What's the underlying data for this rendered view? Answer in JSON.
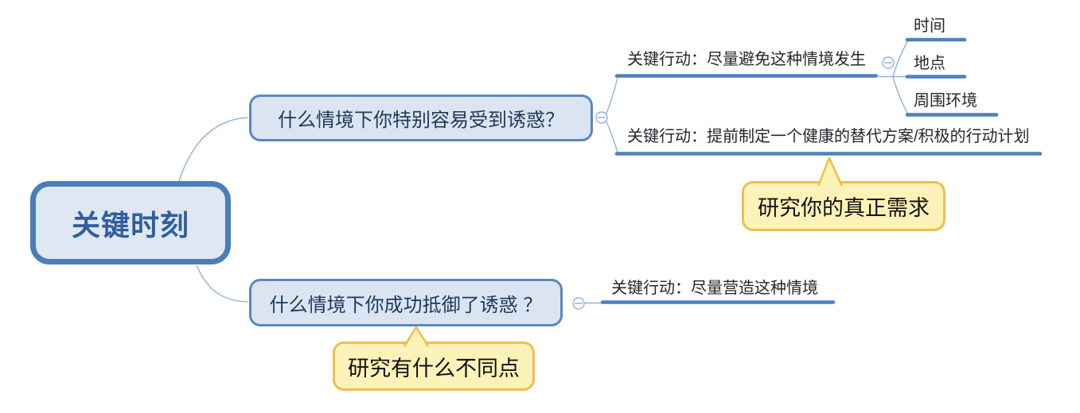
{
  "mindmap": {
    "root": {
      "label": "关键时刻"
    },
    "branches": [
      {
        "label": "什么情境下你特别容易受到诱惑？",
        "children": [
          {
            "label": "关键行动：尽量避免这种情境发生",
            "children": [
              {
                "label": "时间"
              },
              {
                "label": "地点"
              },
              {
                "label": "周围环境"
              }
            ]
          },
          {
            "label": "关键行动：提前制定一个健康的替代方案/积极的行动计划",
            "callout": "研究你的真正需求"
          }
        ]
      },
      {
        "label": "什么情境下你成功抵御了诱惑 ？",
        "callout": "研究有什么不同点",
        "children": [
          {
            "label": "关键行动：尽量营造这种情境"
          }
        ]
      }
    ]
  },
  "icons": {
    "collapse": "minus-icon"
  },
  "colors": {
    "root_border": "#4a7ebb",
    "root_fill": "#dfe7f3",
    "root_text": "#2e5f9e",
    "branch_border": "#5b87c3",
    "branch_fill": "#dbe5f2",
    "branch_text": "#20395c",
    "topic_line": "#4f81bd",
    "connector": "#8fb3dc",
    "callout_fill": "#fdf3b8",
    "callout_border": "#eebf4d",
    "text": "#26262e"
  }
}
